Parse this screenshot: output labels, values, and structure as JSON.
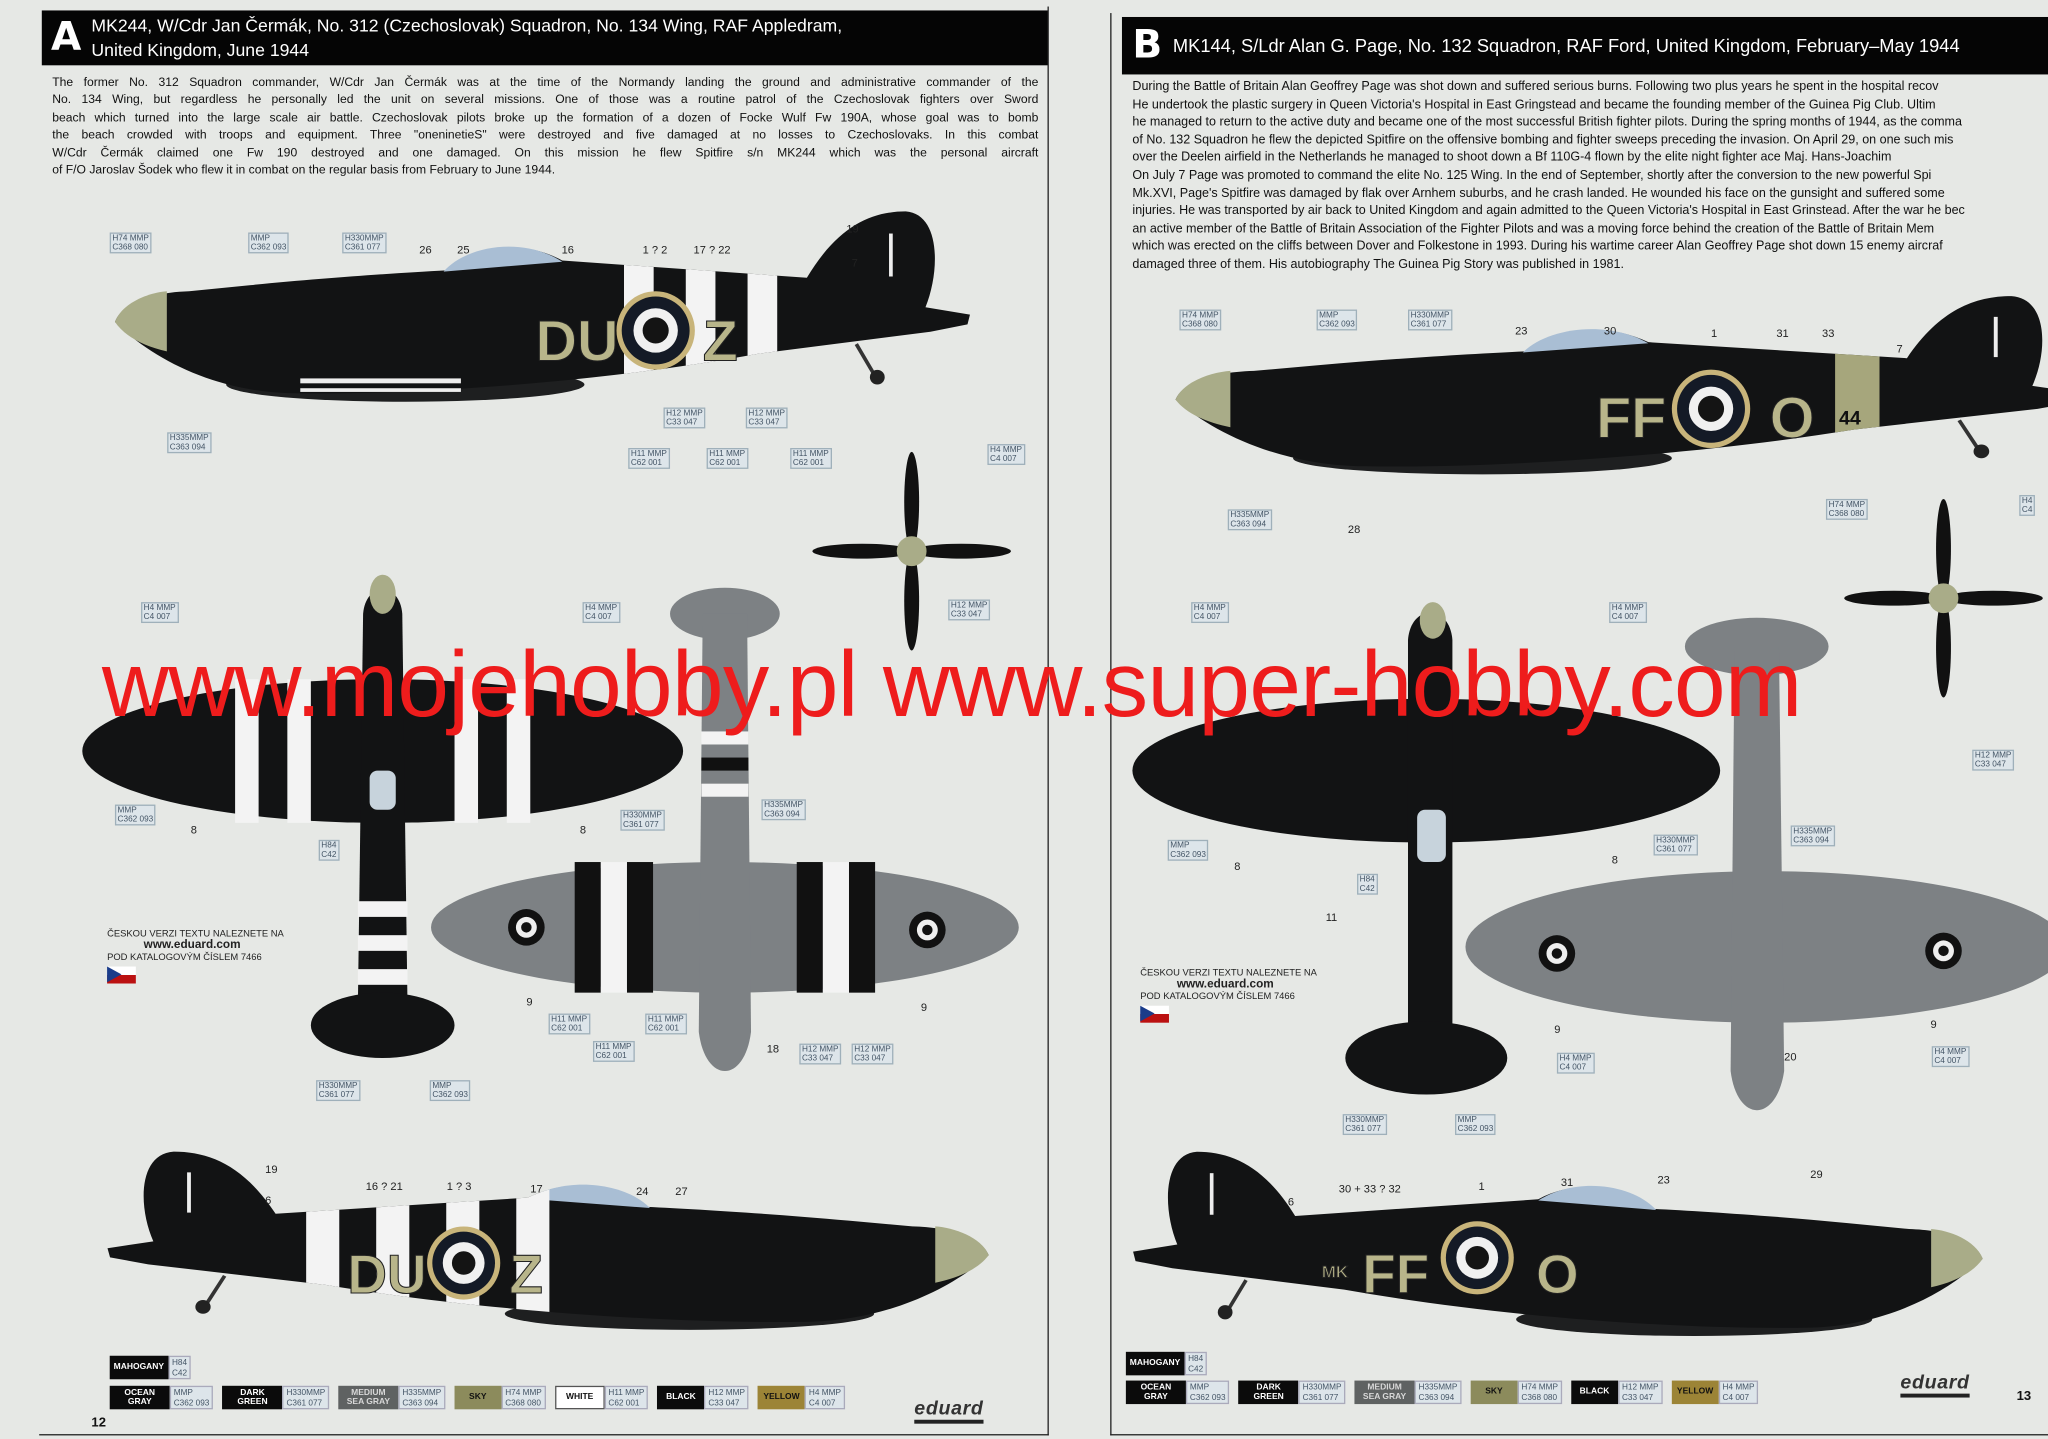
{
  "page_a": {
    "letter": "A",
    "title_line1": "MK244, W/Cdr Jan Čermák, No. 312 (Czechoslovak) Squadron, No. 134 Wing, RAF Appledram,",
    "title_line2": "United Kingdom, June 1944",
    "description_lines": [
      "The former No. 312 Squadron commander, W/Cdr Jan Čermák was at the time of the Normandy landing the ground and administrative commander of the",
      "No. 134 Wing, but regardless he personally led the unit on several missions. One of those was a routine patrol of the Czechoslovak fighters over Sword",
      "beach which turned into the large scale air battle. Czechoslovak pilots broke up the formation of a dozen of Focke Wulf Fw 190A, whose goal was to bomb",
      "the beach crowded with troops and equipment. Three \"oneninetieS\" were destroyed and five damaged at no losses to Czechoslovaks. In this combat",
      "W/Cdr Čermák claimed one Fw 190 destroyed and one damaged. On this mission he flew Spitfire s/n MK244 which was the personal aircraft",
      "of F/O Jaroslav Šodek who flew it in combat on the regular basis from February to June 1944."
    ],
    "codes": {
      "left": "DU",
      "right": "Z"
    },
    "callouts": [
      {
        "top": "H74 MMP",
        "bottom": "C368 080"
      },
      {
        "top": "MMP",
        "bottom": "C362 093"
      },
      {
        "top": "H330MMP",
        "bottom": "C361 077"
      },
      {
        "top": "H335MMP",
        "bottom": "C363 094"
      },
      {
        "top": "H12 MMP",
        "bottom": "C33 047"
      },
      {
        "top": "H12 MMP",
        "bottom": "C33 047"
      },
      {
        "top": "H11 MMP",
        "bottom": "C62 001"
      },
      {
        "top": "H11 MMP",
        "bottom": "C62 001"
      },
      {
        "top": "H11 MMP",
        "bottom": "C62 001"
      },
      {
        "top": "H4 MMP",
        "bottom": "C4 007"
      },
      {
        "top": "H12 MMP",
        "bottom": "C33 047"
      },
      {
        "top": "H4 MMP",
        "bottom": "C4 007"
      },
      {
        "top": "H4 MMP",
        "bottom": "C4 007"
      },
      {
        "top": "MMP",
        "bottom": "C362 093"
      },
      {
        "top": "H84",
        "bottom": "C42"
      },
      {
        "top": "H330MMP",
        "bottom": "C361 077"
      },
      {
        "top": "H335MMP",
        "bottom": "C363 094"
      },
      {
        "top": "H11 MMP",
        "bottom": "C62 001"
      },
      {
        "top": "H11 MMP",
        "bottom": "C62 001"
      },
      {
        "top": "H11 MMP",
        "bottom": "C62 001"
      },
      {
        "top": "H12 MMP",
        "bottom": "C33 047"
      },
      {
        "top": "H12 MMP",
        "bottom": "C33 047"
      },
      {
        "top": "H330MMP",
        "bottom": "C361 077"
      },
      {
        "top": "MMP",
        "bottom": "C362 093"
      }
    ],
    "numbers": [
      "26",
      "25",
      "16",
      "1 ? 2",
      "17 ? 22",
      "19",
      "7",
      "8",
      "8",
      "9",
      "9",
      "18",
      "19",
      "6",
      "16 ? 21",
      "1 ? 3",
      "17",
      "24",
      "27"
    ],
    "czech_note": {
      "line1": "ČESKOU VERZI TEXTU NALEZNETE NA",
      "url": "www.eduard.com",
      "line2": "POD KATALOGOVÝM ČÍSLEM 7466"
    },
    "mahogany": {
      "name": "MAHOGANY",
      "top": "H84",
      "bottom": "C42"
    },
    "legend": [
      {
        "name": "OCEAN GRAY",
        "top": "MMP",
        "bottom": "C362 093",
        "bg": "#0b0b0b",
        "fg": "#ffffff"
      },
      {
        "name": "DARK GREEN",
        "top": "H330MMP",
        "bottom": "C361 077",
        "bg": "#0b0b0b",
        "fg": "#ffffff"
      },
      {
        "name": "MEDIUM SEA GRAY",
        "top": "H335MMP",
        "bottom": "C363 094",
        "bg": "#5f6262",
        "fg": "#d8d8d8"
      },
      {
        "name": "SKY",
        "top": "H74 MMP",
        "bottom": "C368 080",
        "bg": "#8c8b5c",
        "fg": "#111111"
      },
      {
        "name": "WHITE",
        "top": "H11 MMP",
        "bottom": "C62 001",
        "bg": "#ffffff",
        "fg": "#111111"
      },
      {
        "name": "BLACK",
        "top": "H12 MMP",
        "bottom": "C33 047",
        "bg": "#0b0b0b",
        "fg": "#ffffff"
      },
      {
        "name": "YELLOW",
        "top": "H4 MMP",
        "bottom": "C4 007",
        "bg": "#9c8436",
        "fg": "#111111"
      }
    ],
    "brand": "eduard",
    "page_number": "12"
  },
  "page_b": {
    "letter": "B",
    "title": "MK144, S/Ldr Alan G. Page, No. 132 Squadron, RAF Ford, United Kingdom, February–May 1944",
    "description_lines": [
      "During the Battle of Britain Alan Geoffrey Page was shot down and suffered serious burns. Following two plus years he spent in the hospital recov",
      "He undertook the plastic surgery in Queen Victoria's Hospital in East Gringstead and became the founding member of the Guinea Pig Club. Ultim",
      "he managed to return to the active duty and became one of the most successful British fighter pilots. During the spring months of 1944, as the comma",
      "of No. 132 Squadron he flew the depicted Spitfire on the offensive bombing and fighter sweeps preceding the invasion. On April 29, on one such mis",
      "over the Deelen airfield in the Netherlands he managed to shoot down a Bf 110G-4 flown by the elite night fighter ace Maj. Hans-Joachim",
      "On July 7 Page was promoted to command the elite No. 125 Wing. In the end of September, shortly after the conversion to the new powerful Spi",
      "Mk.XVI, Page's Spitfire was damaged by flak over Arnhem suburbs, and he crash landed. He wounded his face on the gunsight and suffered some",
      "injuries. He was transported by air back to United Kingdom and again admitted to the Queen Victoria's Hospital in East Grinstead. After the war he bec",
      "an active member of the Battle of Britain Association of the Fighter Pilots and was a moving force behind the creation of the Battle of Britain Mem",
      "which was erected on the cliffs between Dover and Folkestone in 1993. During his wartime career Alan Geoffrey Page shot down 15 enemy aircraf",
      "damaged three of them. His autobiography The Guinea Pig Story was published in 1981."
    ],
    "codes": {
      "left": "FF",
      "right": "O",
      "tail": "44",
      "serial": "MK"
    },
    "callouts": [
      {
        "top": "H74 MMP",
        "bottom": "C368 080"
      },
      {
        "top": "MMP",
        "bottom": "C362 093"
      },
      {
        "top": "H330MMP",
        "bottom": "C361 077"
      },
      {
        "top": "H335MMP",
        "bottom": "C363 094"
      },
      {
        "top": "H74 MMP",
        "bottom": "C368 080"
      },
      {
        "top": "H4",
        "bottom": "C4"
      },
      {
        "top": "H12 MMP",
        "bottom": "C33 047"
      },
      {
        "top": "H4 MMP",
        "bottom": "C4 007"
      },
      {
        "top": "H4 MMP",
        "bottom": "C4 007"
      },
      {
        "top": "MMP",
        "bottom": "C362 093"
      },
      {
        "top": "H84",
        "bottom": "C42"
      },
      {
        "top": "H330MMP",
        "bottom": "C361 077"
      },
      {
        "top": "H335MMP",
        "bottom": "C363 094"
      },
      {
        "top": "H4 MMP",
        "bottom": "C4 007"
      },
      {
        "top": "H4 MMP",
        "bottom": "C4 007"
      },
      {
        "top": "H330MMP",
        "bottom": "C361 077"
      },
      {
        "top": "MMP",
        "bottom": "C362 093"
      }
    ],
    "numbers": [
      "23",
      "30",
      "1",
      "31",
      "33",
      "7",
      "28",
      "8",
      "8",
      "11",
      "9",
      "9",
      "20",
      "6",
      "30 + 33 ? 32",
      "1",
      "31",
      "23",
      "29"
    ],
    "czech_note": {
      "line1": "ČESKOU VERZI TEXTU NALEZNETE NA",
      "url": "www.eduard.com",
      "line2": "POD KATALOGOVÝM ČÍSLEM 7466"
    },
    "mahogany": {
      "name": "MAHOGANY",
      "top": "H84",
      "bottom": "C42"
    },
    "legend": [
      {
        "name": "OCEAN GRAY",
        "top": "MMP",
        "bottom": "C362 093",
        "bg": "#0b0b0b",
        "fg": "#ffffff"
      },
      {
        "name": "DARK GREEN",
        "top": "H330MMP",
        "bottom": "C361 077",
        "bg": "#0b0b0b",
        "fg": "#ffffff"
      },
      {
        "name": "MEDIUM SEA GRAY",
        "top": "H335MMP",
        "bottom": "C363 094",
        "bg": "#5f6262",
        "fg": "#d8d8d8"
      },
      {
        "name": "SKY",
        "top": "H74 MMP",
        "bottom": "C368 080",
        "bg": "#8c8b5c",
        "fg": "#111111"
      },
      {
        "name": "BLACK",
        "top": "H12 MMP",
        "bottom": "C33 047",
        "bg": "#0b0b0b",
        "fg": "#ffffff"
      },
      {
        "name": "YELLOW",
        "top": "H4 MMP",
        "bottom": "C4 007",
        "bg": "#9c8436",
        "fg": "#111111"
      }
    ],
    "brand": "eduard",
    "page_number": "13"
  },
  "watermark": "www.mojehobby.pl www.super-hobby.com",
  "colors": {
    "aircraft_dark": "#121314",
    "underside_gray": "#7d8184",
    "sky": "#b8b58a",
    "roundel_yellow": "#c8b47a",
    "watermark_red": "#ee1c1c"
  }
}
